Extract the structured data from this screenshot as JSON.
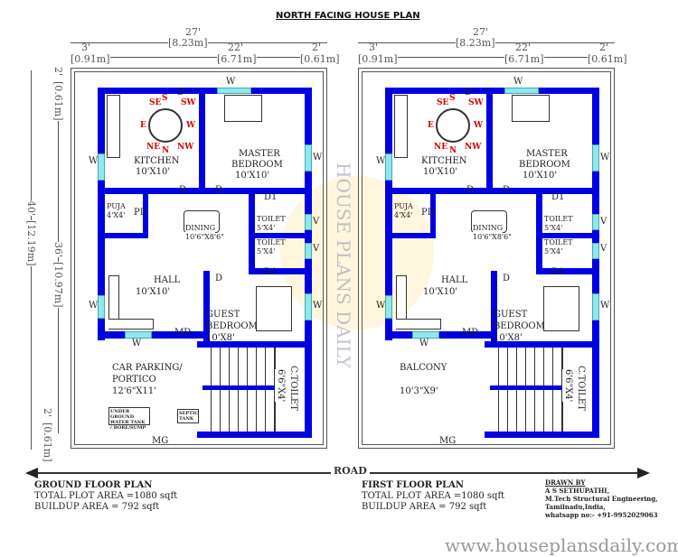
{
  "title": "NORTH FACING HOUSE PLAN",
  "dimensions": {
    "total_width": "27'",
    "total_width_m": "[8.23m]",
    "left_setback": "3'",
    "left_setback_m": "[0.91m]",
    "building_width": "22'",
    "building_width_m": "[6.71m]",
    "right_setback": "2'",
    "right_setback_m": "[0.61m]",
    "total_depth": "40'",
    "total_depth_m": "[12.19m]",
    "building_depth": "36'",
    "building_depth_m": "[10.97m]",
    "top_setback": "2'",
    "top_setback_m": "[0.61m]",
    "bottom_setback": "2'",
    "bottom_setback_m": "[0.61m]"
  },
  "plans": {
    "ground": {
      "kitchen": "KITCHEN",
      "kitchen_size": "10'X10'",
      "master": "MASTER",
      "master2": "BEDROOM",
      "master_size": "10'X10'",
      "puja": "PUJA",
      "puja_size": "4'X4'",
      "pd": "PD",
      "dining": "DINING",
      "dining_size": "10'6\"X8'6\"",
      "toilet1": "TOILET",
      "toilet1_size": "5'X4'",
      "toilet2": "TOILET",
      "toilet2_size": "5'X4'",
      "d1a": "D1",
      "d1b": "D1",
      "hall": "HALL",
      "hall_size": "10'X10'",
      "guest": "GUEST",
      "guest2": "BEDROOM",
      "guest_size": "10'X8'",
      "md": "MD",
      "front": "CAR PARKING/",
      "front2": "PORTICO",
      "front_size": "12'6\"X11'",
      "tank": "UNDER GROUND WATER TANK / BORE/SUMP",
      "septic": "SEPTIC TANK",
      "ctoilet": "C.TOILET",
      "ctoilet_size": "6'6\"X4'",
      "mg": "MG",
      "w": "W",
      "v": "V",
      "d": "D",
      "compass": {
        "s": "S",
        "se": "SE",
        "sw": "SW",
        "e": "E",
        "w": "W",
        "ne": "NE",
        "n": "N",
        "nw": "NW"
      }
    },
    "first": {
      "kitchen": "KITCHEN",
      "kitchen_size": "10'X10'",
      "master": "MASTER",
      "master2": "BEDROOM",
      "master_size": "10'X10'",
      "puja": "PUJA",
      "puja_size": "4'X4'",
      "pd": "PD",
      "dining": "DINING",
      "dining_size": "10'6\"X8'6\"",
      "toilet1": "TOILET",
      "toilet1_size": "5'X4'",
      "toilet2": "TOILET",
      "toilet2_size": "5'X4'",
      "d1a": "D1",
      "d1b": "D1",
      "hall": "HALL",
      "hall_size": "10'X10'",
      "guest": "GUEST",
      "guest2": "BEDROOM",
      "guest_size": "10'X8'",
      "md": "MD",
      "front": "BALCONY",
      "front_size": "10'3\"X9'",
      "ctoilet": "C.TOILET",
      "ctoilet_size": "6'6\"X4'",
      "mg": "MG",
      "w": "W",
      "v": "V",
      "d": "D",
      "compass": {
        "s": "S",
        "se": "SE",
        "sw": "SW",
        "e": "E",
        "w": "W",
        "ne": "NE",
        "n": "N",
        "nw": "NW"
      }
    }
  },
  "road": "ROAD",
  "ground_info": {
    "title": "GROUND FLOOR PLAN",
    "plot_area": "TOTAL PLOT AREA =1080 sqft",
    "buildup": "BUILDUP AREA = 792 sqft"
  },
  "first_info": {
    "title": "FIRST FLOOR PLAN",
    "plot_area": "TOTAL PLOT AREA =1080 sqft",
    "buildup": "BUILDUP AREA = 792 sqft"
  },
  "drawn_by": {
    "label": "DRAWN BY",
    "name": "A S SETHUPATHI,",
    "qual": "M.Tech Structural Engineering,",
    "place": "Tamilnadu,India,",
    "phone": "whatsapp no:- +91-9952029063"
  },
  "watermark": "HOUSE PLANS DAILY",
  "website": "www.houseplansdaily.com"
}
